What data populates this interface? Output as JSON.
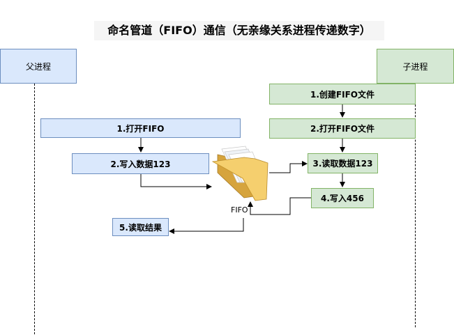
{
  "title": "命名管道（FIFO）通信（无亲缘关系进程传递数字）",
  "parent": {
    "label": "父进程",
    "steps": [
      "1.打开FIFO",
      "2.写入数据123",
      "5.读取结果"
    ]
  },
  "child": {
    "label": "子进程",
    "steps": [
      "1.创建FIFO文件",
      "2.打开FIFO文件",
      "3.读取数据123",
      "4.写入456"
    ]
  },
  "fifo": {
    "label": "FIFO",
    "icon": "folder-icon"
  },
  "colors": {
    "parent_fill": "#dae8fc",
    "parent_stroke": "#6c8ebf",
    "child_fill": "#d5e8d4",
    "child_stroke": "#82b366"
  }
}
